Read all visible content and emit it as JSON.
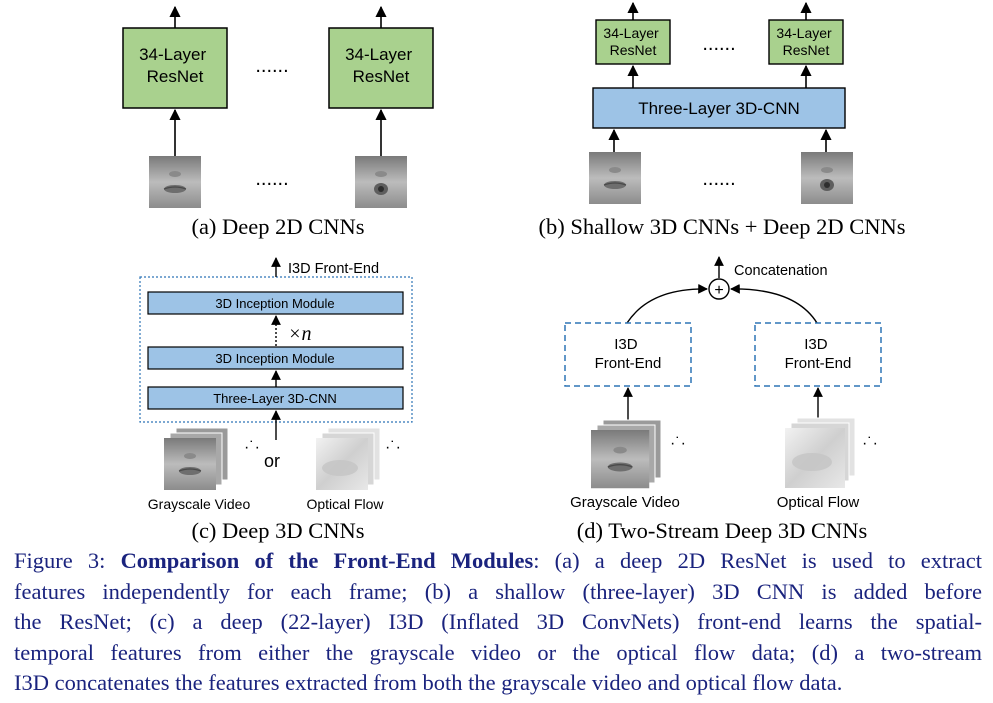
{
  "panel_a": {
    "block_left": "34-Layer ResNet",
    "block_right": "34-Layer ResNet",
    "ellipsis_blocks": "......",
    "ellipsis_frames": "......",
    "caption": "(a) Deep 2D CNNs"
  },
  "panel_b": {
    "block_left": "34-Layer ResNet",
    "block_right": "34-Layer ResNet",
    "ellipsis_blocks": "......",
    "cnn_label": "Three-Layer 3D-CNN",
    "ellipsis_frames": "......",
    "caption": "(b) Shallow 3D CNNs + Deep 2D CNNs"
  },
  "panel_c": {
    "frontend_label": "I3D Front-End",
    "inception_top": "3D Inception Module",
    "repeat_label": "×n",
    "inception_bottom": "3D Inception Module",
    "cnn_label": "Three-Layer 3D-CNN",
    "or_label": "or",
    "input_left": "Grayscale Video",
    "input_right": "Optical Flow",
    "caption": "(c) Deep 3D CNNs"
  },
  "panel_d": {
    "concat_label": "Concatenation",
    "plus_symbol": "+",
    "stream_left": "I3D Front-End",
    "stream_right": "I3D Front-End",
    "input_left": "Grayscale Video",
    "input_right": "Optical Flow",
    "caption": "(d) Two-Stream Deep 3D CNNs"
  },
  "caption": {
    "label": "Figure 3:",
    "title": "Comparison of the Front-End Modules",
    "lines": [
      ": (a) a deep 2D ResNet is used to extract",
      "features independently for each frame; (b) a shallow (three-layer) 3D CNN is added before",
      "the ResNet; (c) a deep (22-layer) I3D (Inflated 3D ConvNets) front-end learns the spatial-",
      "temporal features from either the grayscale video or the optical flow data; (d) a two-stream",
      "I3D concatenates the features extracted from both the grayscale video and optical flow data."
    ]
  },
  "colors": {
    "resnet_fill": "#a9d18e",
    "cnn_fill": "#9dc3e6",
    "box_stroke": "#2e75b6",
    "caption_text": "#1a237e"
  }
}
